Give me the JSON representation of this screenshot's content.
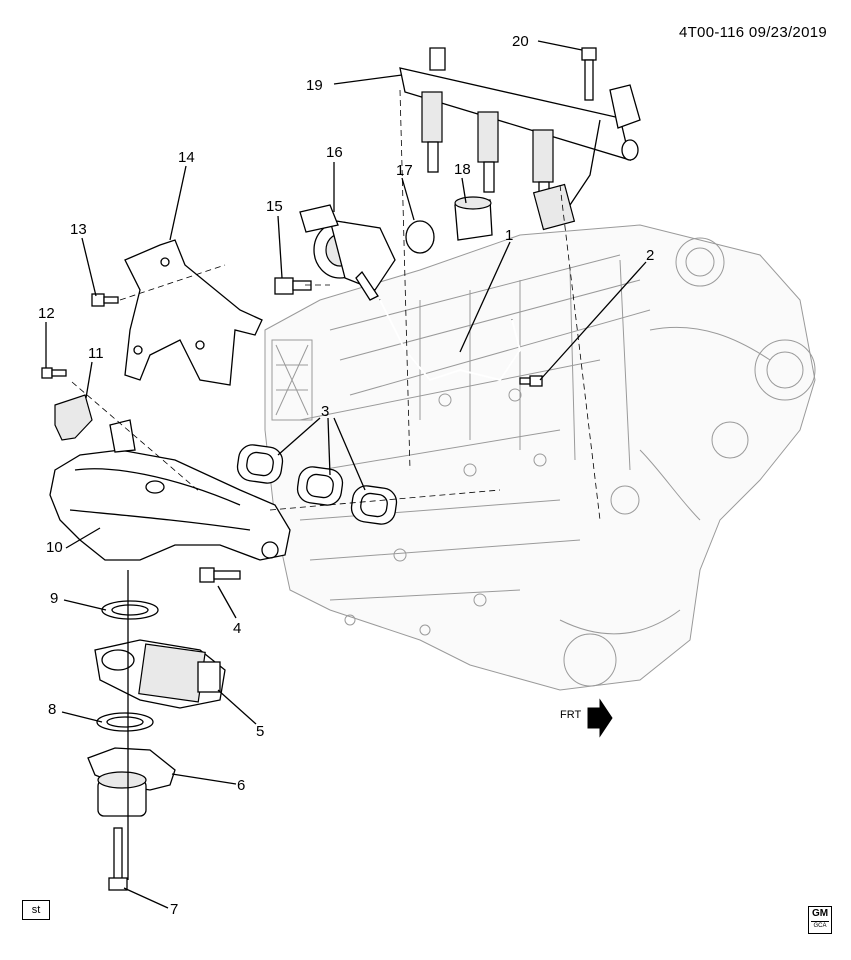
{
  "header": {
    "diagram_code": "4T00-116",
    "date": "09/23/2019"
  },
  "footer": {
    "st_label": "st",
    "logo_top": "GM",
    "logo_bottom": "GCA"
  },
  "front_indicator": "FRT",
  "callouts": [
    "1",
    "2",
    "3",
    "4",
    "5",
    "6",
    "7",
    "8",
    "9",
    "10",
    "11",
    "12",
    "13",
    "14",
    "15",
    "16",
    "17",
    "18",
    "19",
    "20"
  ]
}
